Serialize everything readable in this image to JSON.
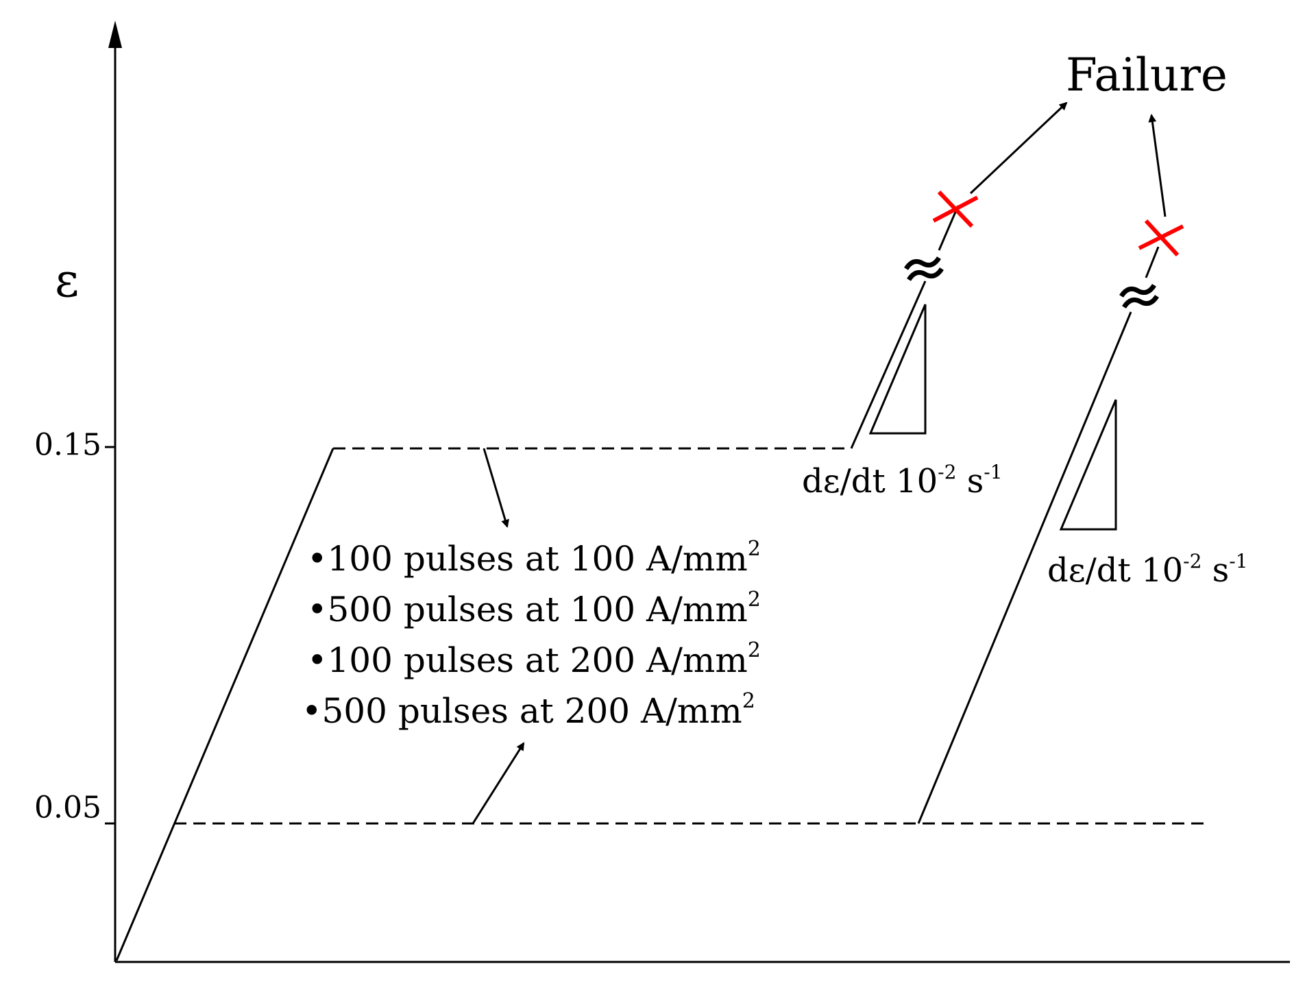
{
  "axis": {
    "y_symbol": "ε",
    "y_ticks": [
      "0.15",
      "0.05"
    ]
  },
  "failure_label": "Failure",
  "rate_label_left": {
    "text": "dε/dt 10",
    "exp1": "-2",
    "unit": " s",
    "exp2": "-1"
  },
  "rate_label_right": {
    "text": "dε/dt 10",
    "exp1": "-2",
    "unit": " s",
    "exp2": "-1"
  },
  "treatments": [
    {
      "bullet": "•",
      "text": "100 pulses at 100 A/mm",
      "sup": "2"
    },
    {
      "bullet": "•",
      "text": "500 pulses at 100 A/mm",
      "sup": "2"
    },
    {
      "bullet": "•",
      "text": "100 pulses at 200 A/mm",
      "sup": "2"
    },
    {
      "bullet": "•",
      "text": "500 pulses at 200 A/mm",
      "sup": "2"
    }
  ],
  "colors": {
    "line": "#000000",
    "failure_mark": "#ff0000"
  },
  "icons": {
    "failure_mark": "red-cross-icon",
    "axis_break": "axis-break-icon"
  }
}
